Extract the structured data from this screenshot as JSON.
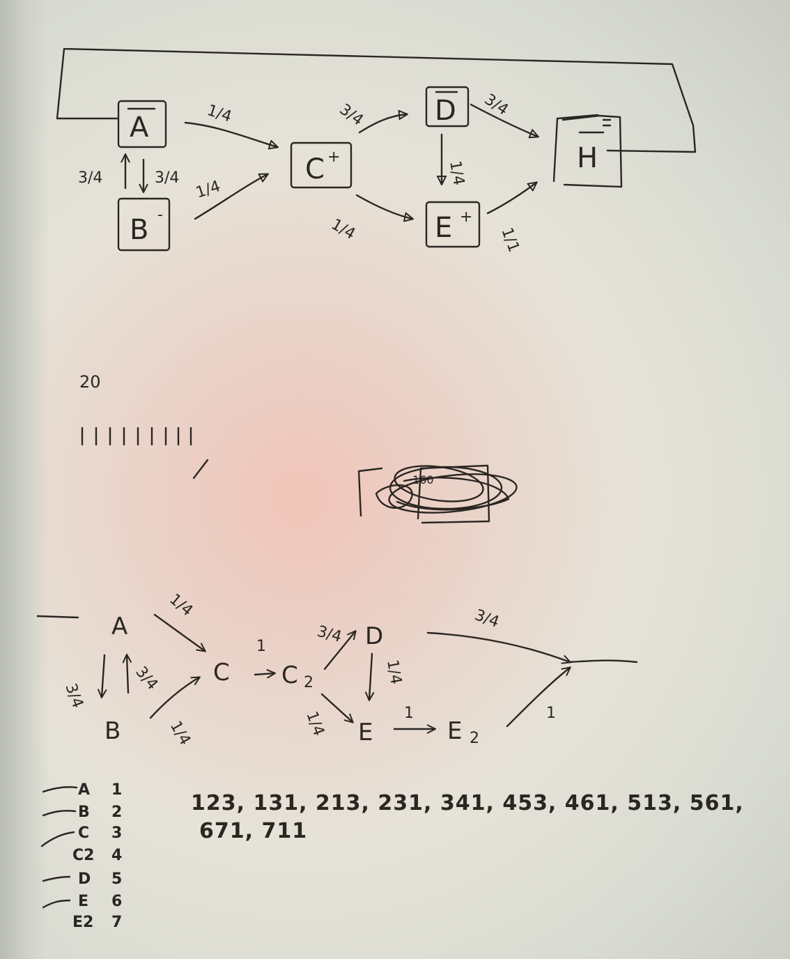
{
  "top_diagram": {
    "nodes": {
      "A": "A",
      "B": "B",
      "C": "C",
      "D": "D",
      "E": "E",
      "H": "H"
    },
    "superscripts": {
      "B": "-",
      "C": "+",
      "E": "+"
    },
    "edge_labels": {
      "A_to_C": "1/4",
      "A_to_B": "3/4",
      "B_to_A": "3/4",
      "B_to_C": "1/4",
      "C_to_D": "3/4",
      "C_to_E": "1/4",
      "D_to_E": "1/4",
      "D_to_H": "3/4",
      "E_to_H": "1/1"
    }
  },
  "middle_notes": {
    "number": "20",
    "scribble": "160"
  },
  "bottom_diagram": {
    "nodes": {
      "A": "A",
      "B": "B",
      "C": "C",
      "C2": "C",
      "C2_sub": "2",
      "D": "D",
      "E": "E",
      "E2": "E",
      "E2_sub": "2"
    },
    "edge_labels": {
      "A_to_C": "1/4",
      "A_to_B": "3/4",
      "B_to_A": "3/4",
      "B_to_C": "1/4",
      "C_to_C2": "1",
      "C2_to_D": "3/4",
      "C2_to_E": "1/4",
      "D_to_E": "1/4",
      "E_to_E2": "1",
      "D_to_out": "3/4",
      "E2_to_out": "1"
    }
  },
  "index_table": [
    {
      "node": "A",
      "index": "1"
    },
    {
      "node": "B",
      "index": "2"
    },
    {
      "node": "C",
      "index": "3"
    },
    {
      "node": "C2",
      "index": "4"
    },
    {
      "node": "D",
      "index": "5"
    },
    {
      "node": "E",
      "index": "6"
    },
    {
      "node": "E2",
      "index": "7"
    }
  ],
  "sequence_lines": [
    "123, 131, 213, 231, 341, 453, 461, 513, 561,",
    "671, 711"
  ]
}
